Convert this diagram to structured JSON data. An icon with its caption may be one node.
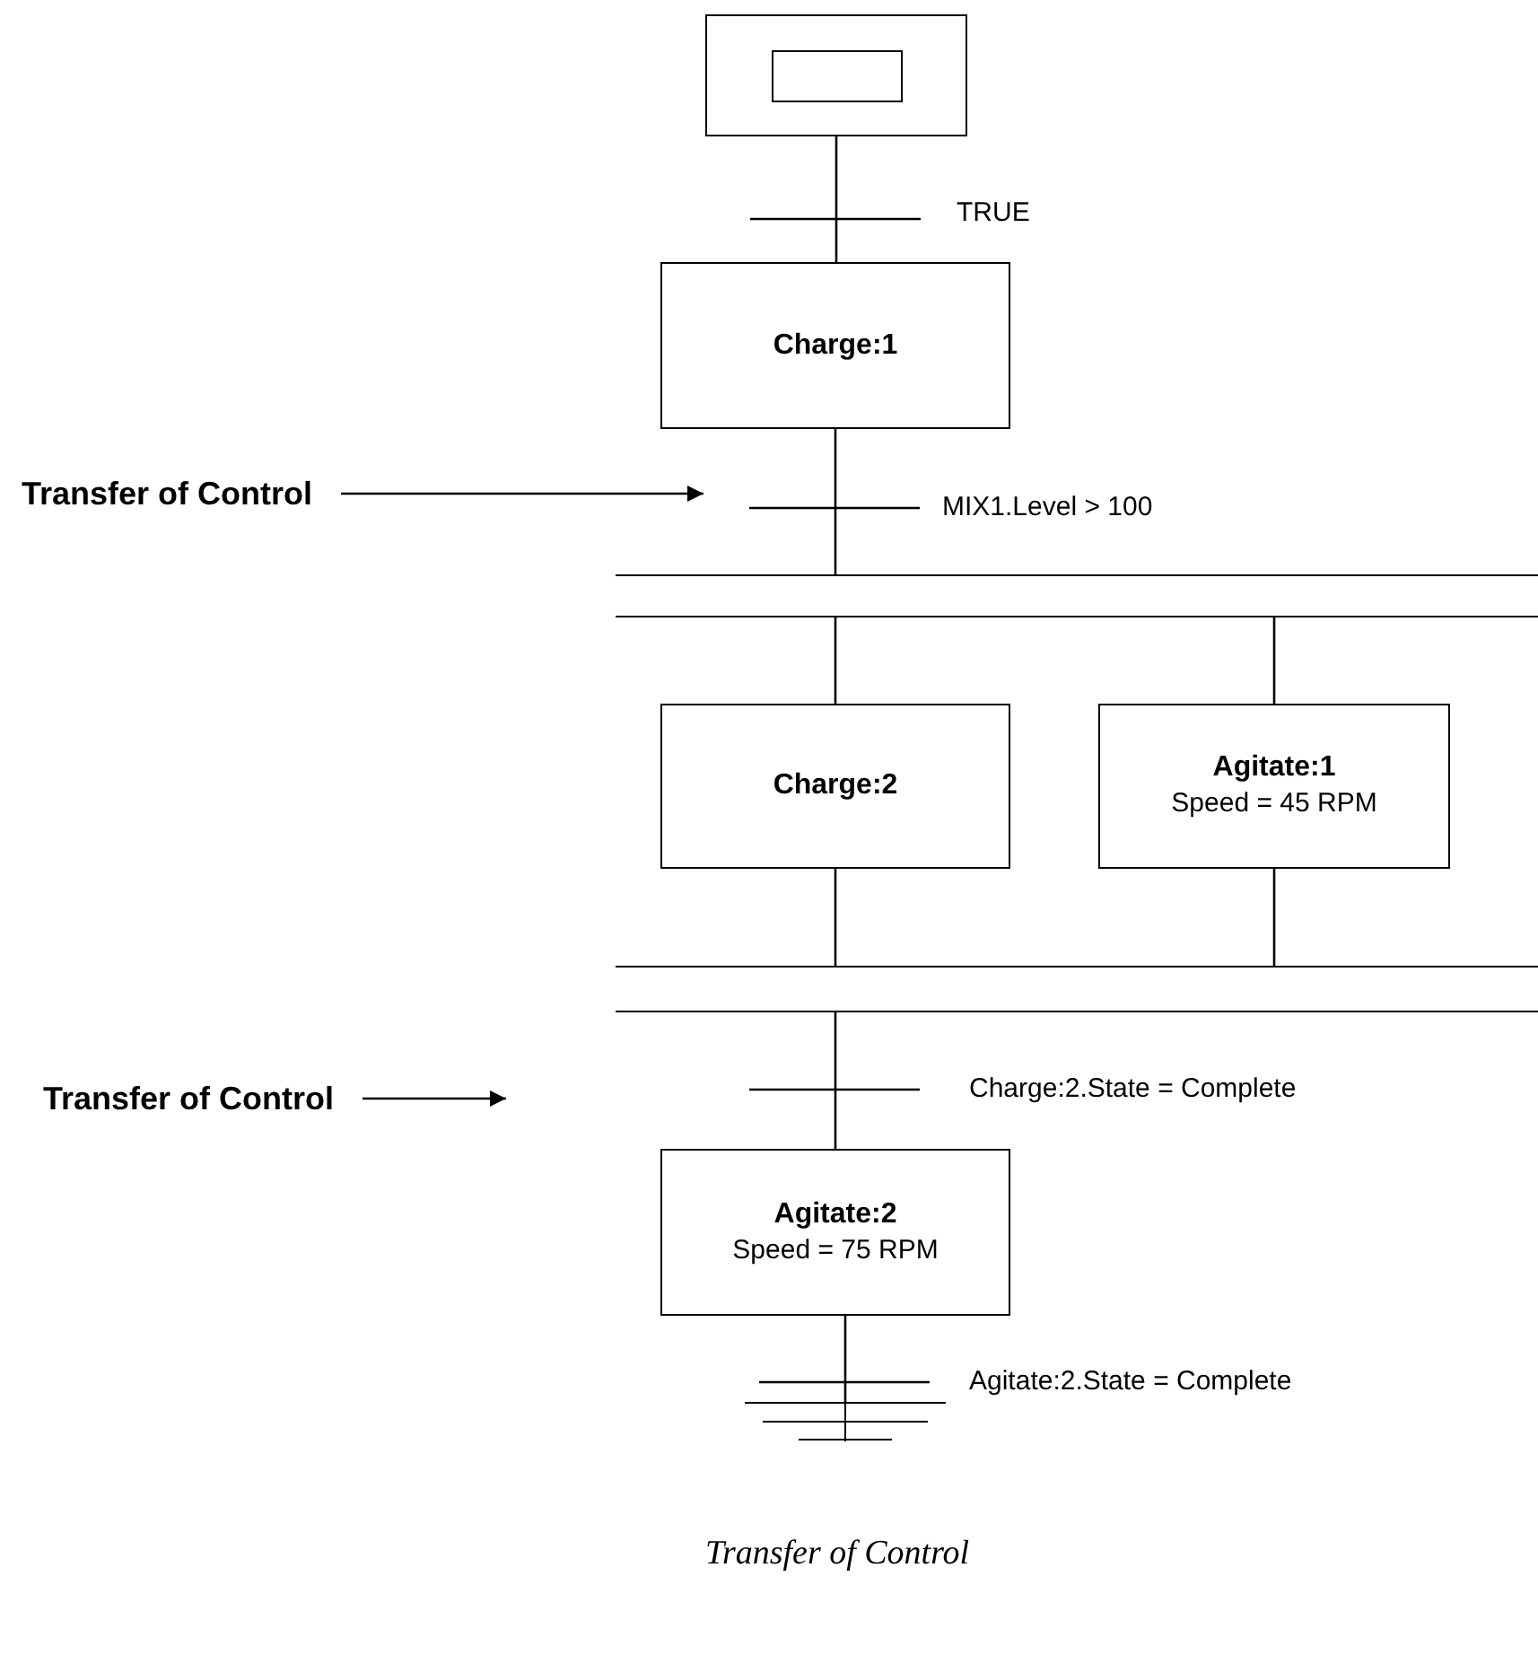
{
  "diagram": {
    "caption": "Transfer of Control",
    "nodes": [
      {
        "text": [],
        "shape": "box"
      },
      {
        "text": [
          "Charge:1"
        ]
      },
      {
        "text": [
          "Transfer of Control"
        ]
      },
      {
        "text": [],
        "shape": "bar"
      },
      {
        "text": [
          "Charge:2"
        ]
      },
      {
        "text": [
          "Agitate:1",
          "Speed = 45 RPM"
        ]
      },
      {
        "text": [],
        "shape": "bar"
      },
      {
        "text": [
          "Transfer of Control"
        ]
      },
      {
        "text": [
          "Agitate:2",
          "Speed = 75 RPM"
        ]
      },
      {
        "text": [],
        "shape": "ground"
      }
    ],
    "edges": [
      {
        "from": 0,
        "to": 1,
        "arrow": "none",
        "label": "TRUE"
      },
      {
        "from": 1,
        "to": 3,
        "arrow": "none",
        "label": "MIX1.Level > 100"
      },
      {
        "from": 2,
        "to": null,
        "arrow": "to"
      },
      {
        "from": 3,
        "to": 4,
        "arrow": "none"
      },
      {
        "from": 3,
        "to": 5,
        "arrow": "none"
      },
      {
        "from": 4,
        "to": 6,
        "arrow": "none"
      },
      {
        "from": 5,
        "to": 6,
        "arrow": "none"
      },
      {
        "from": 6,
        "to": 8,
        "arrow": "none",
        "label": "Charge:2.State = Complete"
      },
      {
        "from": 7,
        "to": null,
        "arrow": "to"
      },
      {
        "from": 8,
        "to": 9,
        "arrow": "none",
        "label": "Agitate:2.State = Complete"
      }
    ]
  }
}
